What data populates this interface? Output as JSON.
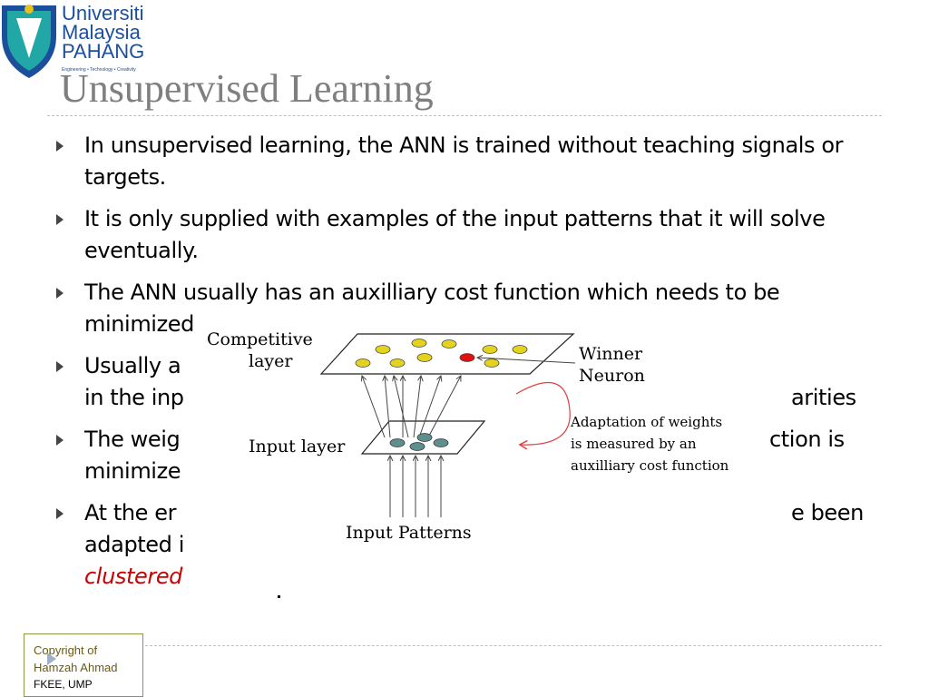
{
  "logo": {
    "line1": "Universiti",
    "line2": "Malaysia",
    "line3": "PAHANG",
    "tagline": "Engineering • Technology • Creativity"
  },
  "slide": {
    "title": "Unsupervised Learning",
    "bullets": [
      {
        "text": "In unsupervised learning, the ANN is trained without teaching signals or targets."
      },
      {
        "text": "It is only supplied with examples of the input patterns that it will solve eventually."
      },
      {
        "text": "The ANN usually has an auxilliary cost function which needs to be minimized"
      },
      {
        "text": "Usually a"
      },
      {
        "text_a": "in the inp",
        "text_b": "arities"
      },
      {
        "text_a": "The weig",
        "text_b": "ction is"
      },
      {
        "text": "minimize"
      },
      {
        "text_a": "At the er",
        "text_b": "e been"
      },
      {
        "text": "adapted i"
      },
      {
        "text": "clustered"
      }
    ]
  },
  "diagram": {
    "competitive_label_1": "Competitive",
    "competitive_label_2": "layer",
    "winner_label_1": "Winner",
    "winner_label_2": "Neuron",
    "input_layer_label": "Input layer",
    "adaptation_1": "Adaptation of weights",
    "adaptation_2": "is measured by an",
    "adaptation_3": "auxilliary cost function",
    "input_patterns_label": "Input Patterns",
    "colors": {
      "competitive_neuron": "#e3d21e",
      "winner_neuron": "#e01010",
      "input_neuron": "#5f8f8c",
      "feedback_arc": "#e04040"
    }
  },
  "footer": {
    "copyright_line1": "Copyright of",
    "copyright_line2": "Hamzah Ahmad",
    "copyright_line3": "FKEE, UMP"
  }
}
